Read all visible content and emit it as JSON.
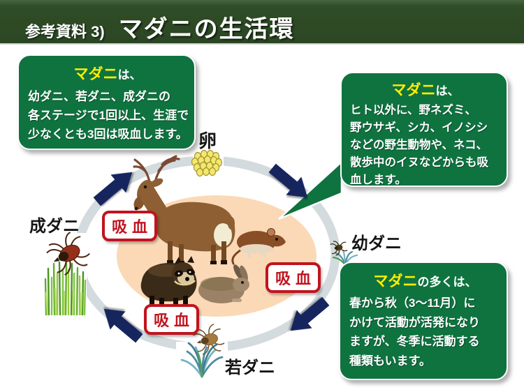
{
  "header": {
    "prefix": "参考資料 3)",
    "title": "マダニの生活環"
  },
  "callouts": {
    "lifecycle": {
      "highlight": "マダニ",
      "heading_suffix": "は、",
      "lines": [
        "幼ダニ、若ダニ、成ダニの",
        "各ステージで1回以上、生涯で",
        "少なくとも3回は吸血します。"
      ]
    },
    "hosts": {
      "highlight": "マダニ",
      "heading_suffix": "は、",
      "lines": [
        "ヒト以外に、野ネズミ、",
        "野ウサギ、シカ、イノシシ",
        "などの野生動物や、ネコ、",
        "散歩中のイヌなどからも吸",
        "血します。"
      ]
    },
    "season": {
      "highlight": "マダニ",
      "heading_suffix": "の多くは、",
      "lines": [
        "春から秋（3～11月）に",
        "かけて活動が活発になり",
        "ますが、冬季に活動する",
        "種類もいます。"
      ]
    }
  },
  "cycle": {
    "feeding_label": "吸血",
    "stages": {
      "egg": "卵",
      "larva": "幼ダニ",
      "nymph": "若ダニ",
      "adult": "成ダニ"
    },
    "icons": {
      "animals": [
        "deer",
        "field-mouse",
        "raccoon-dog",
        "rabbit"
      ],
      "ticks": [
        "adult-tick",
        "nymph-tick",
        "larva-tick"
      ],
      "other": [
        "egg-cluster",
        "grass-tufts",
        "cycle-arrows"
      ]
    }
  },
  "colors": {
    "header_green": "#2f4d26",
    "callout_green": "#0f7340",
    "highlight_yellow": "#ffef00",
    "feeding_red": "#c0141e",
    "arrow_navy": "#17255f",
    "ring_gray": "#d3dbde",
    "host_area_peach": "#fbd9b6"
  }
}
